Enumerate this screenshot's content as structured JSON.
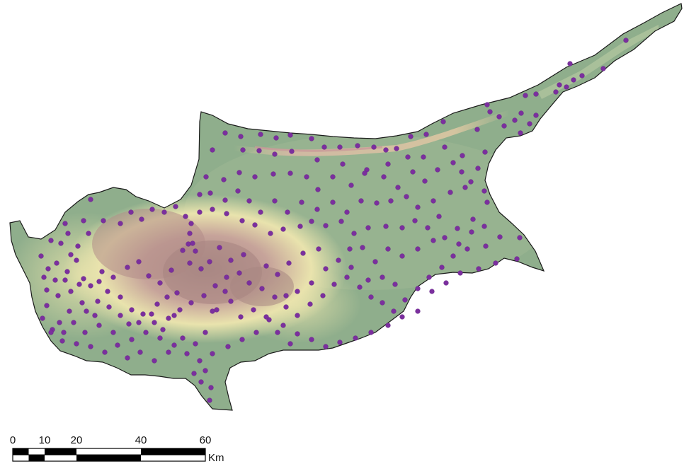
{
  "map": {
    "island": "Cyprus",
    "layer": "elevation relief",
    "colors": {
      "lowland": "#8fae8c",
      "midland": "#e8e6a8",
      "highland": "#b08a86",
      "coastline": "#1a1a1a",
      "sites": "#7b2f9e"
    },
    "marker": "point-marker"
  },
  "scale_bar": {
    "ticks": [
      "0",
      "10",
      "20",
      "40",
      "60"
    ],
    "unit": "Km"
  }
}
